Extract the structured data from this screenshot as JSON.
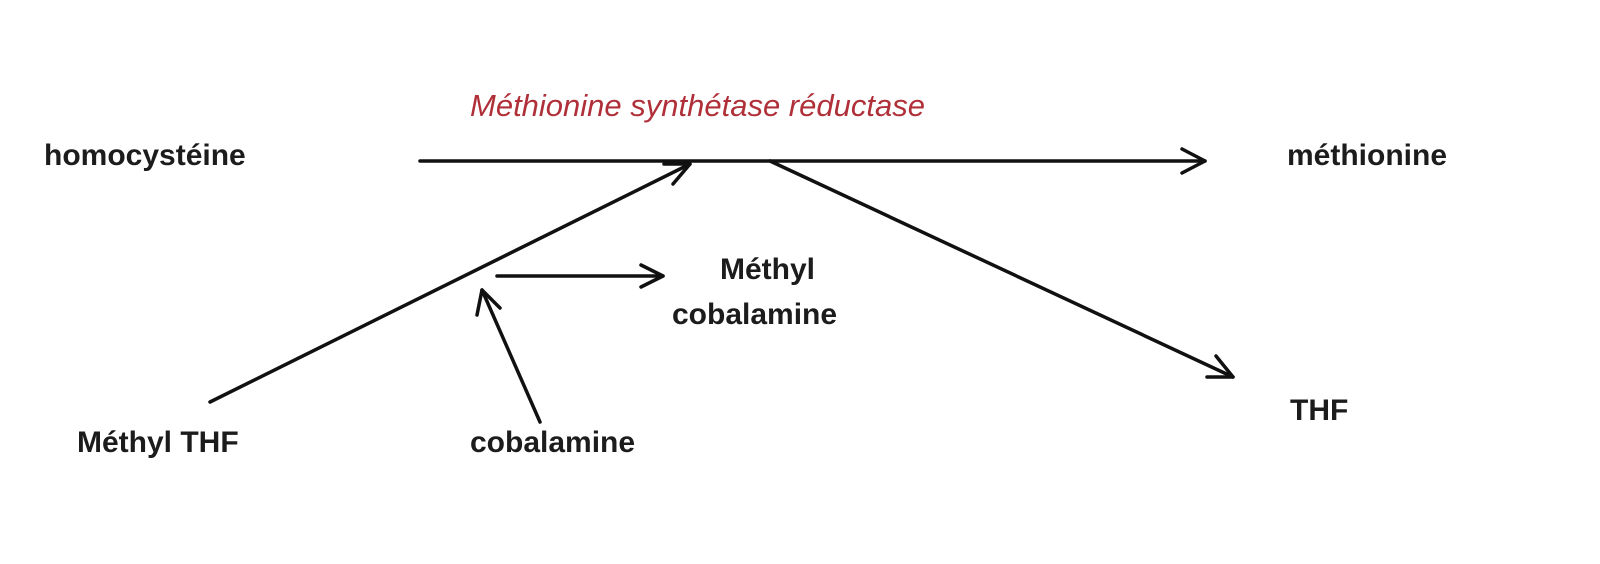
{
  "diagram": {
    "enzyme_label": "Méthionine synthétase réductase",
    "nodes": {
      "homocysteine": "homocystéine",
      "methionine": "méthionine",
      "methyl_cobalamine_line1": "Méthyl",
      "methyl_cobalamine_line2": "cobalamine",
      "thf": "THF",
      "methyl_thf": "Méthyl THF",
      "cobalamine": "cobalamine"
    },
    "colors": {
      "enzyme": "#b0303a",
      "text": "#1c1c1c",
      "arrows": "#111111",
      "background": "#ffffff"
    }
  }
}
